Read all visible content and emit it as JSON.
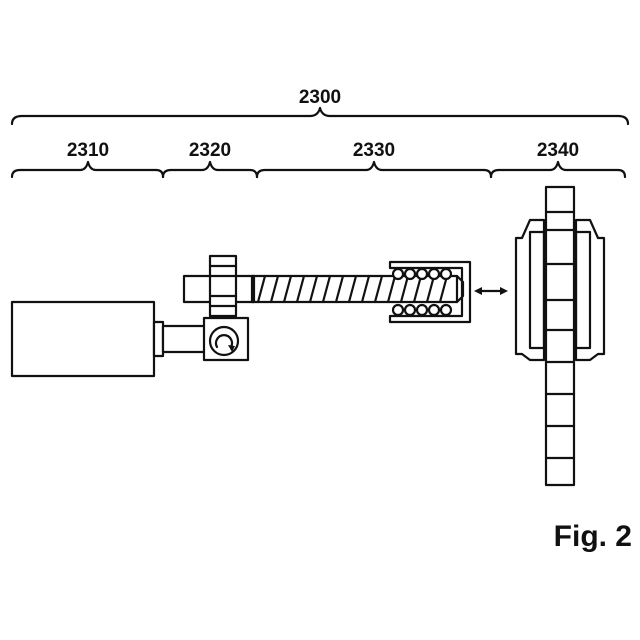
{
  "labels": {
    "overall": "2300",
    "motor": "2310",
    "gear": "2320",
    "screw": "2330",
    "brake": "2340"
  },
  "figure_label": "Fig. 2"
}
